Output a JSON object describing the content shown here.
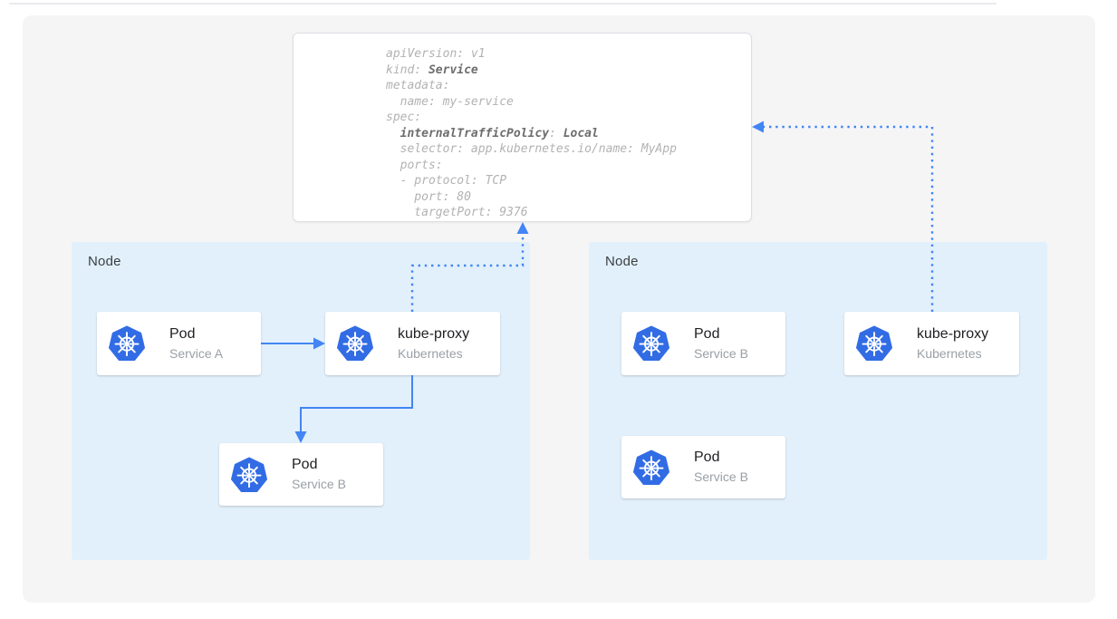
{
  "colors": {
    "arrow_blue": "#4285f4",
    "kubernetes_blue": "#326ce5",
    "node_background": "#e2f0fb",
    "canvas_background": "#f5f5f6",
    "yaml_regular_text": "#b2b2b2",
    "yaml_bold_text": "#6d6d6d"
  },
  "yaml_panel": {
    "line1": "apiVersion: v1",
    "line2_prefix": "kind: ",
    "line2_bold": "Service",
    "line3": "metadata:",
    "line4": "  name: my-service",
    "line5": "spec:",
    "line6_indent": "  ",
    "line6_bold_key": "internalTrafficPolicy",
    "line6_sep": ": ",
    "line6_bold_val": "Local",
    "line7": "  selector: app.kubernetes.io/name: MyApp",
    "line8": "  ports:",
    "line9": "  - protocol: TCP",
    "line10": "    port: 80",
    "line11": "    targetPort: 9376"
  },
  "nodes": [
    {
      "label": "Node",
      "cards": [
        {
          "title": "Pod",
          "subtitle": "Service A"
        },
        {
          "title": "kube-proxy",
          "subtitle": "Kubernetes"
        },
        {
          "title": "Pod",
          "subtitle": "Service B"
        }
      ]
    },
    {
      "label": "Node",
      "cards": [
        {
          "title": "Pod",
          "subtitle": "Service B"
        },
        {
          "title": "kube-proxy",
          "subtitle": "Kubernetes"
        },
        {
          "title": "Pod",
          "subtitle": "Service B"
        }
      ]
    }
  ]
}
